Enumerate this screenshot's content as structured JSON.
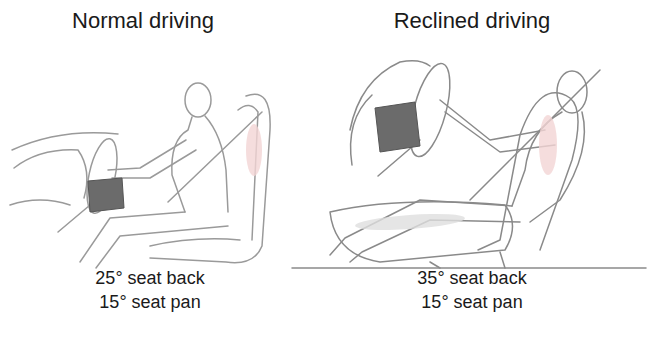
{
  "diagram": {
    "labels": [
      "Normal driving",
      "Reclined driving",
      "25° seat back",
      "15° seat pan",
      "35° seat back",
      "15° seat pan"
    ]
  }
}
